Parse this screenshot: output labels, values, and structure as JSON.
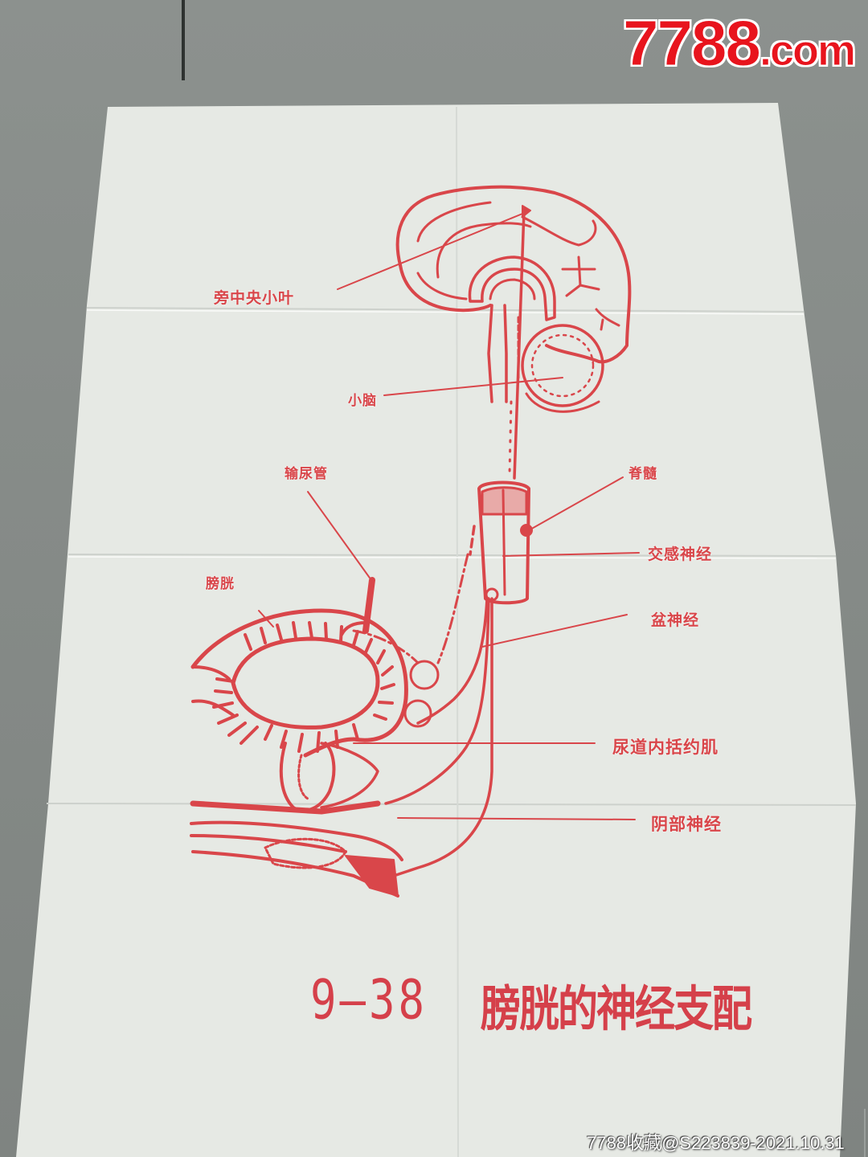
{
  "poster": {
    "figure_number": "9—38",
    "title": "膀胱的神经支配",
    "labels": {
      "paracentral_lobule": "旁中央小叶",
      "cerebellum": "小脑",
      "ureter": "输尿管",
      "spinal_cord": "脊髓",
      "bladder": "膀胱",
      "sympathetic_nerve": "交感神经",
      "pelvic_nerve": "盆神经",
      "internal_urethral_sphincter": "尿道内括约肌",
      "pudendal_nerve": "阴部神经"
    },
    "colors": {
      "ink": "#d9464a",
      "paper": "#e6e9e4",
      "wall": "#878c89"
    }
  },
  "logo": {
    "text_a": "77",
    "text_b": "88",
    "text_c": ".com",
    "color": "#e8141d"
  },
  "watermark": {
    "text": "7788收藏@S223839-2021.10.31"
  }
}
